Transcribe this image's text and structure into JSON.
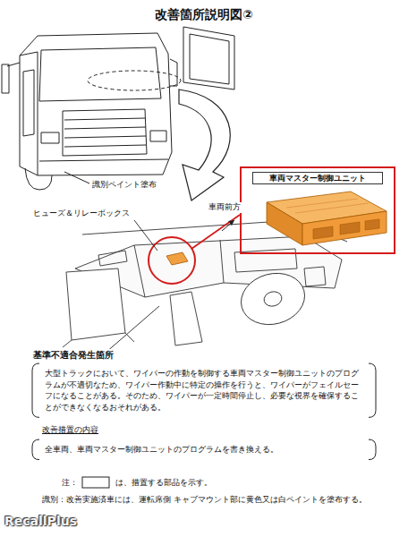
{
  "diagram": {
    "title": "改善箇所説明図②",
    "nodes": [
      {
        "text": [
          "車両マスター制御ユニット"
        ]
      },
      {
        "text": [
          "大型トラックにおいて、ワイパーの作動を制御する車両マスター制御ユニットのプログラムが不適切なため、ワイパー作動中に特定の操作を行うと、ワイパーがフェイルセーフになることがある。そのため、ワイパーが一定時間停止し、必要な視界を確保することができなくなるおそれがある。"
        ]
      },
      {
        "text": [
          "全車両、車両マスター制御ユニットのプログラムを書き換える。"
        ]
      }
    ],
    "labels": [
      "識別ペイント塗布",
      "ヒューズ＆リレーボックス",
      "車両前方",
      "基準不適合発生箇所",
      "改善措置の内容",
      "注：",
      "は、措置する部品を示す。",
      "識別：改善実施済車には、運転席側 キャブマウント部に黄色又は白ペイントを塗布する。",
      "RecallPlus"
    ]
  }
}
